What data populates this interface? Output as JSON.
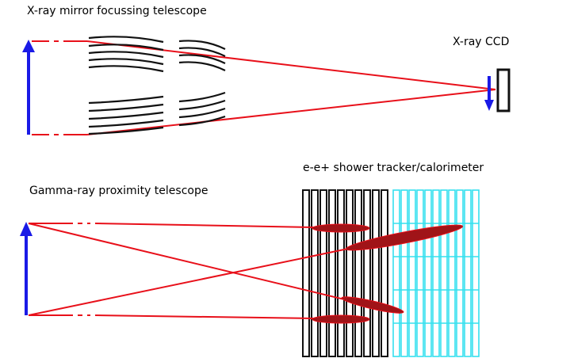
{
  "labels": {
    "xray_title": "X-ray mirror focussing telescope",
    "ccd": "X-ray CCD",
    "tracker": "e-e+ shower tracker/calorimeter",
    "gamma_title": "Gamma-ray proximity telescope"
  },
  "colors": {
    "ray": "#e8101a",
    "arrow": "#1a1ae6",
    "mirror": "#111111",
    "tracker_outline": "#111111",
    "calorimeter": "#35e0ee",
    "shower": "#a01418"
  }
}
